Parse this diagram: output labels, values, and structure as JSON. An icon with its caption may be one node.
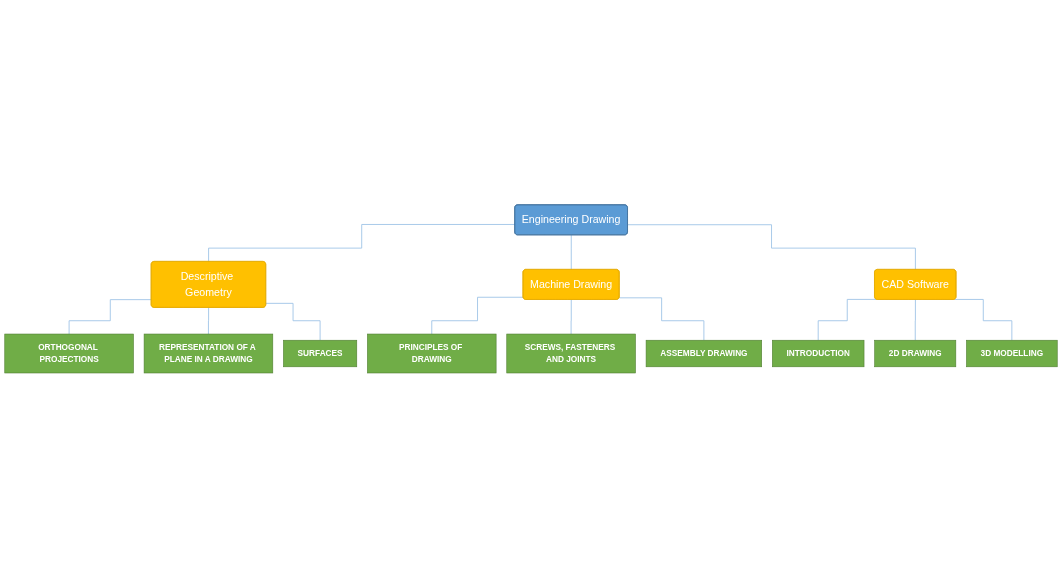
{
  "diagram": {
    "nodes": [
      {
        "text": [
          "Engineering Drawing"
        ]
      },
      {
        "text": [
          "Descriptive Geometry"
        ]
      },
      {
        "text": [
          "Machine Drawing"
        ]
      },
      {
        "text": [
          "CAD Software"
        ]
      },
      {
        "text": [
          "ORTHOGONAL PROJECTIONS"
        ]
      },
      {
        "text": [
          "PRINCIPLES OF DRAWING"
        ]
      },
      {
        "text": [
          "INTRODUCTION"
        ]
      },
      {
        "text": [
          "REPRESENTATION OF A PLANE IN A DRAWING"
        ]
      },
      {
        "text": [
          "SCREWS, FASTENERS AND JOINTS"
        ]
      },
      {
        "text": [
          "2D DRAWING"
        ]
      },
      {
        "text": [
          "SURFACES"
        ]
      },
      {
        "text": [
          "ASSEMBLY DRAWING"
        ]
      },
      {
        "text": [
          "3D MODELLING"
        ]
      }
    ],
    "edges": [
      {
        "from": 0,
        "to": 1,
        "arrow": "none"
      },
      {
        "from": 0,
        "to": 2,
        "arrow": "none"
      },
      {
        "from": 0,
        "to": 3,
        "arrow": "none"
      },
      {
        "from": 1,
        "to": 4,
        "arrow": "none"
      },
      {
        "from": 1,
        "to": 7,
        "arrow": "none"
      },
      {
        "from": 1,
        "to": 10,
        "arrow": "none"
      },
      {
        "from": 2,
        "to": 5,
        "arrow": "none"
      },
      {
        "from": 2,
        "to": 8,
        "arrow": "none"
      },
      {
        "from": 2,
        "to": 11,
        "arrow": "none"
      },
      {
        "from": 3,
        "to": 6,
        "arrow": "none"
      },
      {
        "from": 3,
        "to": 9,
        "arrow": "none"
      },
      {
        "from": 3,
        "to": 12,
        "arrow": "none"
      }
    ]
  }
}
